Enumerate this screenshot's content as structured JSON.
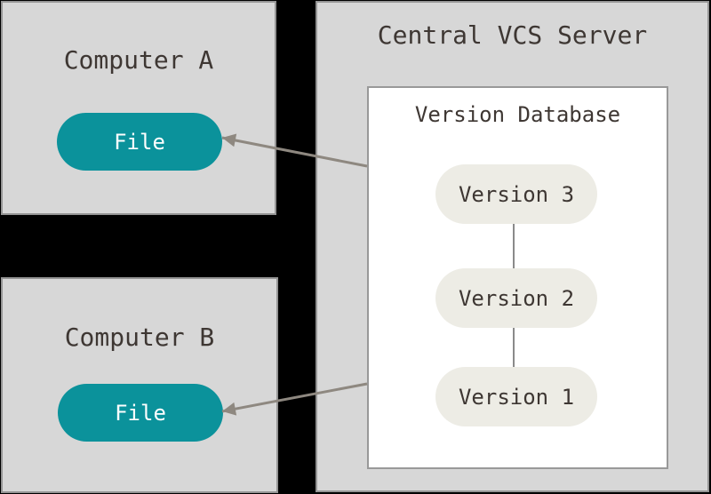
{
  "colors": {
    "background": "#000000",
    "panel_fill": "#d7d7d7",
    "panel_border": "#949494",
    "db_fill": "#ffffff",
    "db_border": "#999999",
    "file_pill_fill": "#0b929b",
    "file_pill_text": "#ffffff",
    "version_pill_fill": "#edece5",
    "text_dark": "#3e3733",
    "arrow": "#8e8880",
    "connector": "#8a8a8a"
  },
  "computer_a": {
    "title": "Computer A",
    "file_label": "File"
  },
  "computer_b": {
    "title": "Computer B",
    "file_label": "File"
  },
  "server": {
    "title": "Central VCS Server",
    "database": {
      "title": "Version Database",
      "versions": [
        {
          "label": "Version 3"
        },
        {
          "label": "Version 2"
        },
        {
          "label": "Version 1"
        }
      ]
    }
  }
}
